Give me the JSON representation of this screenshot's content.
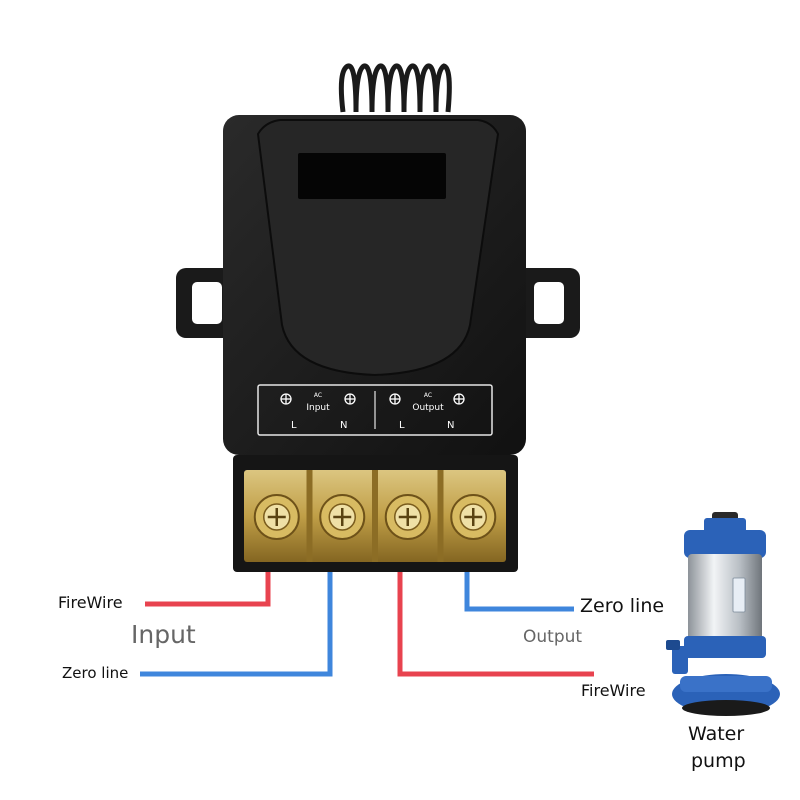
{
  "relay": {
    "panel": {
      "input_small": "AC",
      "input_label": "Input",
      "output_small": "AC",
      "output_label": "Output",
      "terminal_l": "L",
      "terminal_n": "N"
    },
    "terminal_count": 4
  },
  "labels": {
    "firewire_input": "FireWire",
    "input": "Input",
    "zero_line_input": "Zero line",
    "zero_line_output": "Zero line",
    "output": "Output",
    "firewire_output": "FireWire",
    "pump_line1": "Water",
    "pump_line2": "pump"
  },
  "colors": {
    "fire_wire": "#e8434f",
    "zero_wire": "#3f86dc",
    "relay_body": "#1b1b1b",
    "terminal_brass": "#c9a64a",
    "pump_blue": "#2b62b8"
  }
}
